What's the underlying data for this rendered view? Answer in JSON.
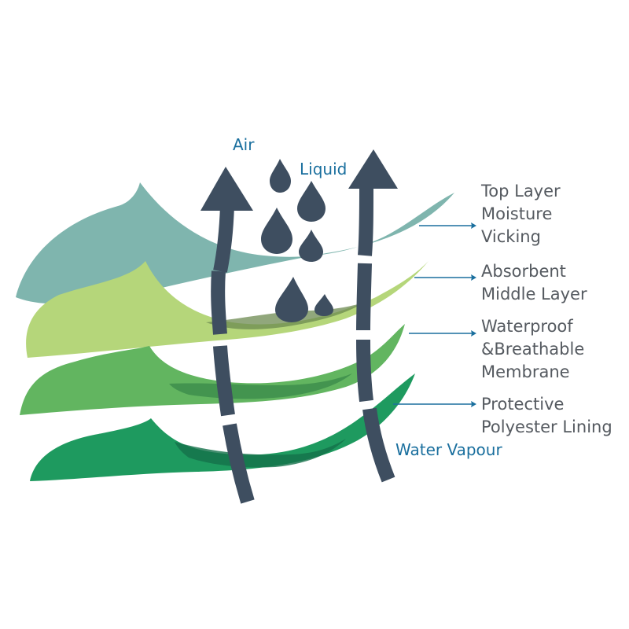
{
  "flow_labels": {
    "air": "Air",
    "liquid": "Liquid",
    "water_vapour": "Water Vapour"
  },
  "layers": [
    {
      "line1": "Top Layer",
      "line2": "Moisture",
      "line3": "Vicking",
      "color": "#7fb5ae"
    },
    {
      "line1": "Absorbent",
      "line2": "Middle Layer",
      "color": "#b5d67a"
    },
    {
      "line1": "Waterproof",
      "line2": "&Breathable",
      "line3": "Membrane",
      "color": "#62b560"
    },
    {
      "line1": "Protective",
      "line2": "Polyester Lining",
      "color": "#1e9a5f"
    }
  ],
  "colors": {
    "arrow": "#3e4e60",
    "label_blue": "#1a6f9e",
    "label_grey": "#555a60"
  }
}
